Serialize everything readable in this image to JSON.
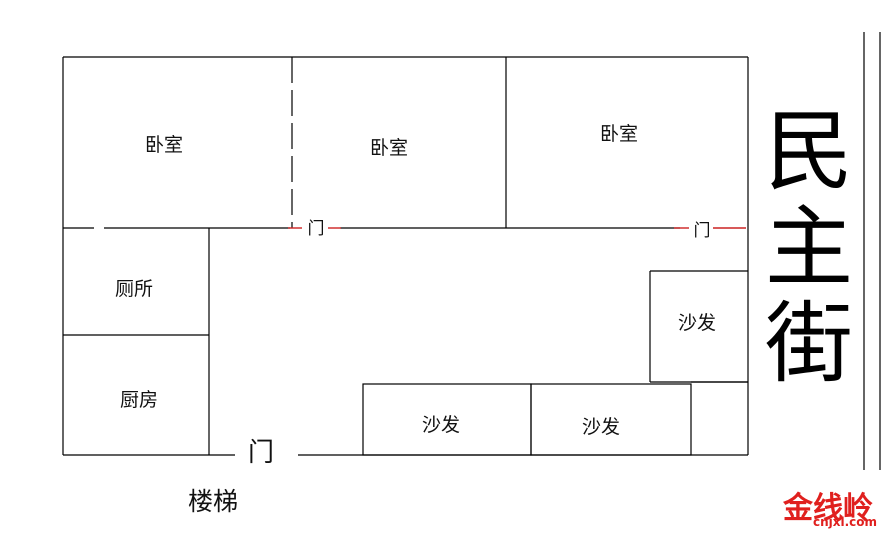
{
  "rooms": {
    "bedroom1": "卧室",
    "bedroom2": "卧室",
    "bedroom3": "卧室",
    "toilet": "厕所",
    "kitchen": "厨房",
    "sofa_right": "沙发",
    "sofa_bottom_left": "沙发",
    "sofa_bottom_right": "沙发"
  },
  "doors": {
    "door_middle": "门",
    "door_right": "门",
    "door_entrance": "门"
  },
  "stairs_label": "楼梯",
  "street_label": {
    "char1": "民",
    "char2": "主",
    "char3": "街"
  },
  "watermark": {
    "chinese": "金线岭",
    "url": "cnjxl.com",
    "color": "#e0201e"
  },
  "colors": {
    "wall": "#000000",
    "door_marker": "#cc2222"
  }
}
